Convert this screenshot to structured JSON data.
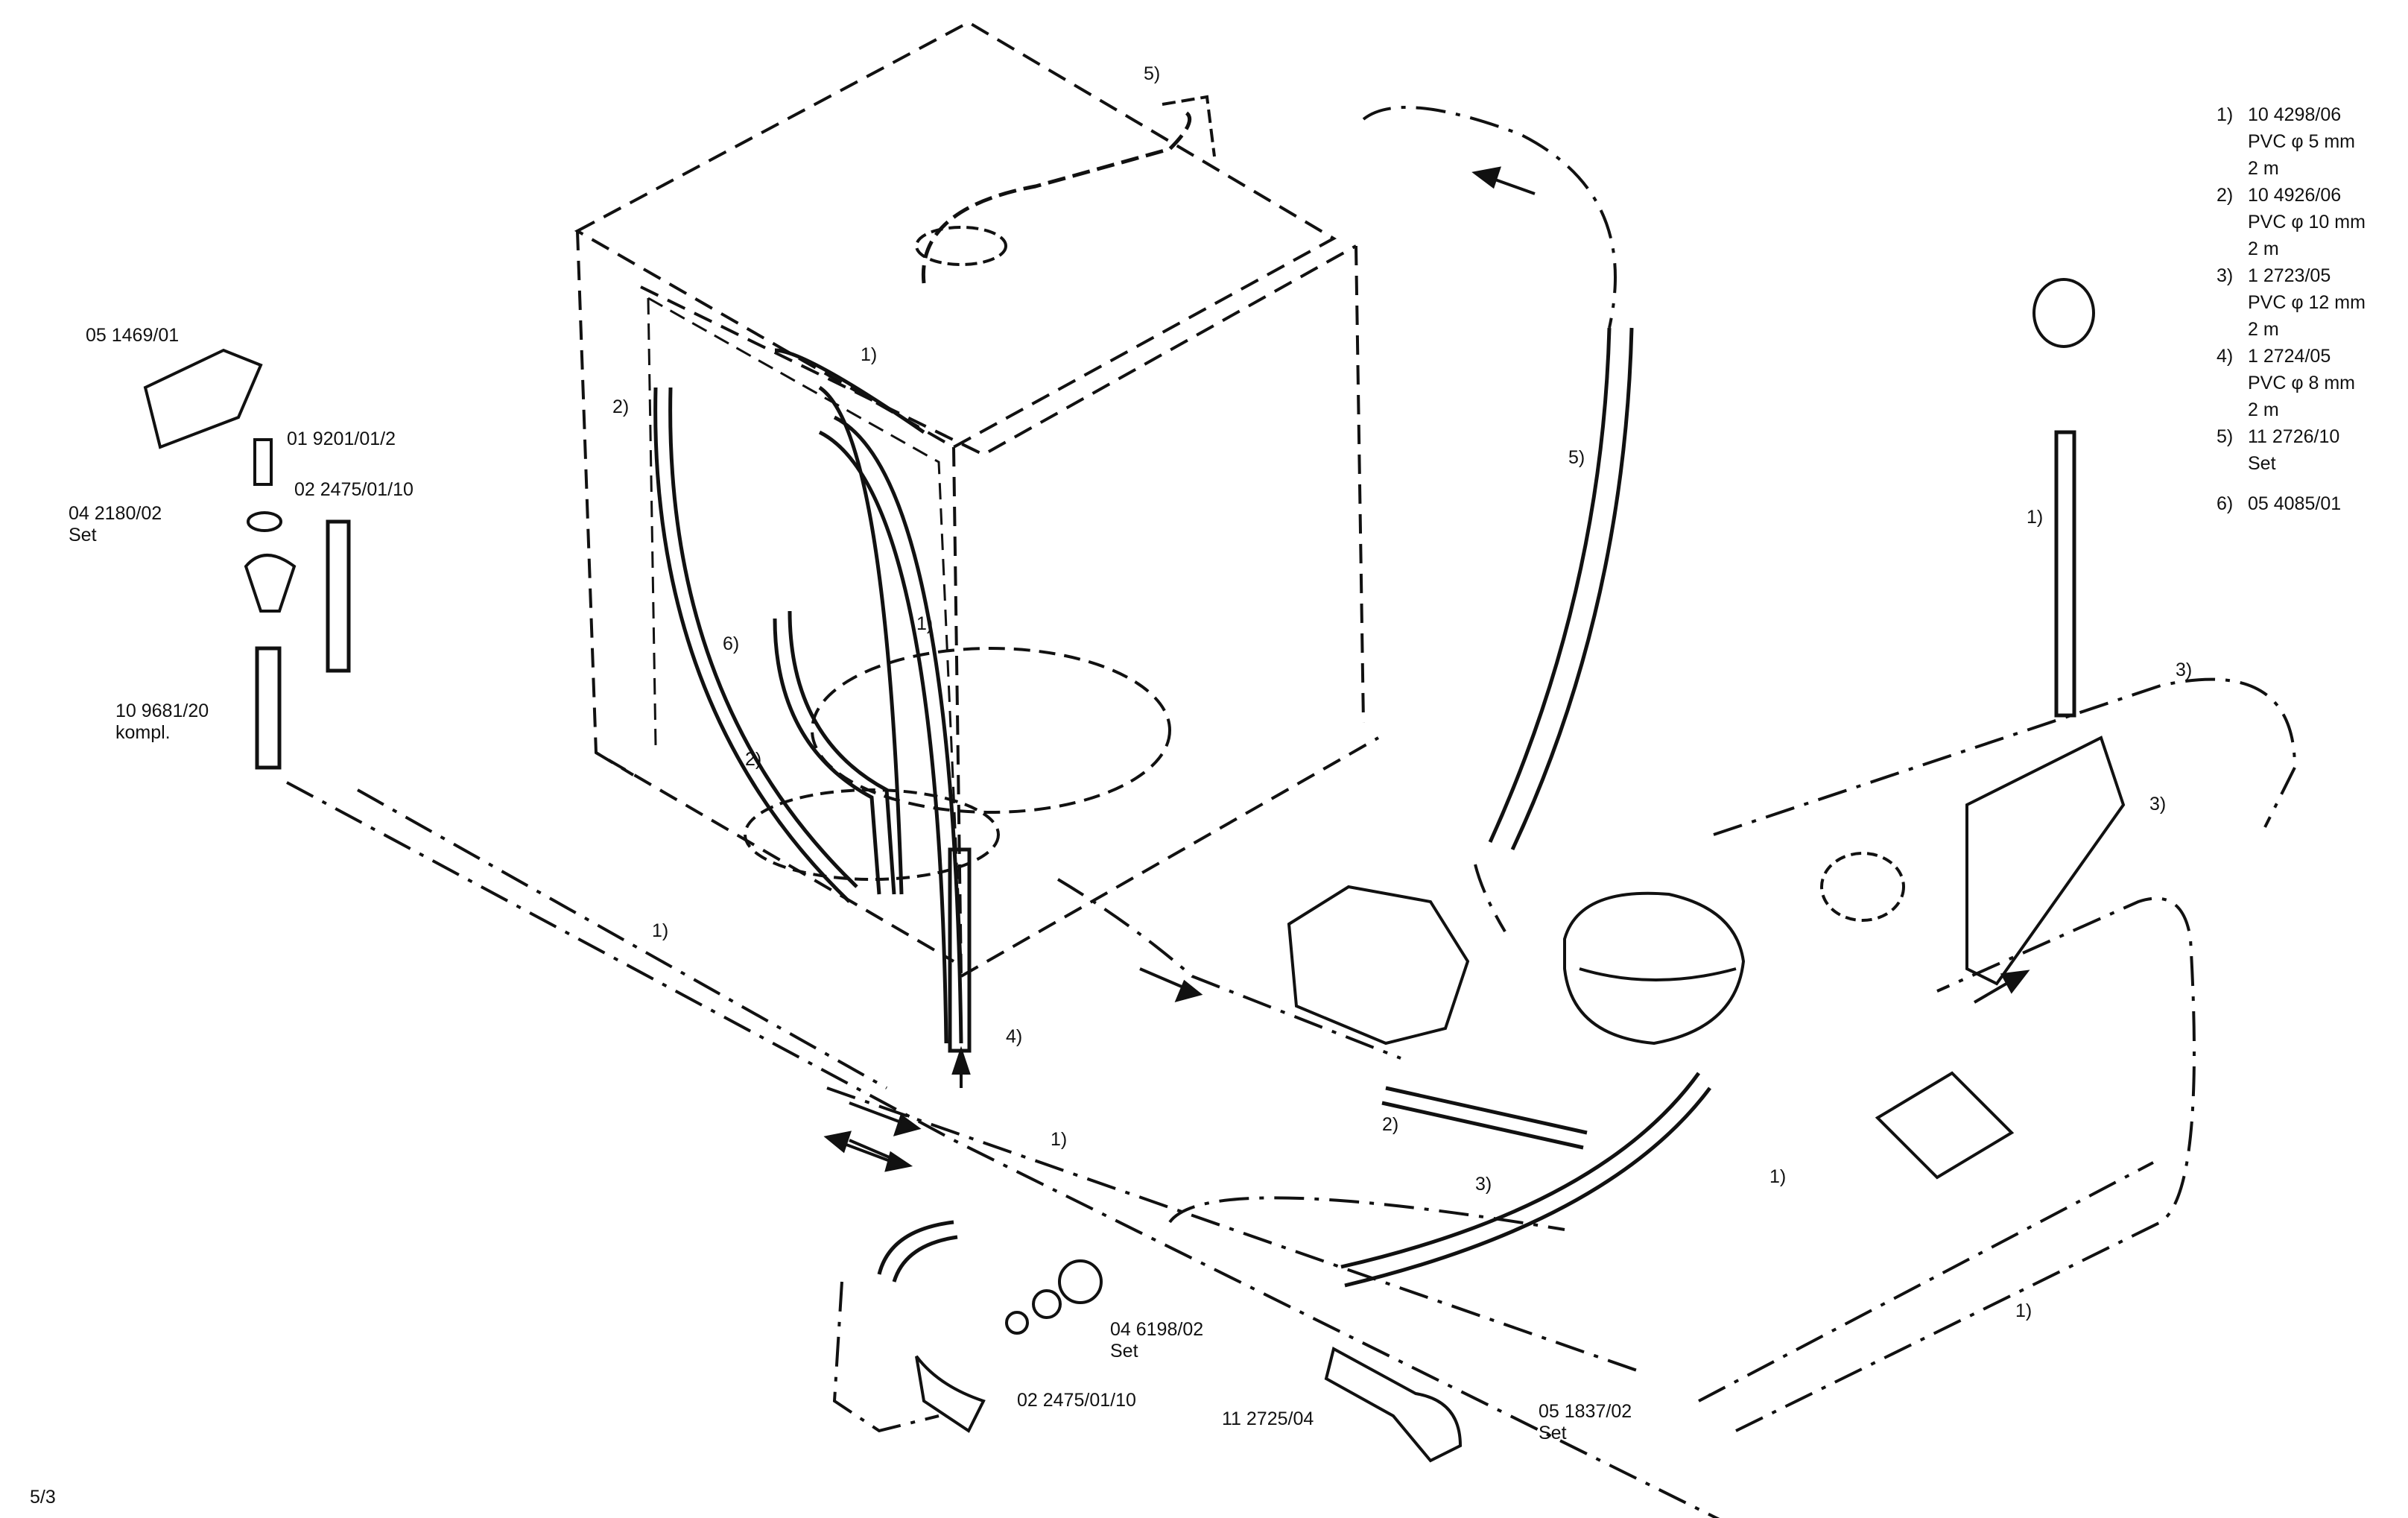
{
  "legend": [
    {
      "num": "1)",
      "part": "10 4298/06",
      "spec": "PVC φ 5 mm",
      "length": "2 m"
    },
    {
      "num": "2)",
      "part": "10 4926/06",
      "spec": "PVC φ 10 mm",
      "length": "2 m"
    },
    {
      "num": "3)",
      "part": "1 2723/05",
      "spec": "PVC φ 12 mm",
      "length": "2 m"
    },
    {
      "num": "4)",
      "part": "1 2724/05",
      "spec": "PVC φ 8 mm",
      "length": "2 m"
    },
    {
      "num": "5)",
      "part": "11 2726/10",
      "spec": "Set",
      "length": ""
    },
    {
      "num": "6)",
      "part": "05 4085/01",
      "spec": "",
      "length": ""
    }
  ],
  "parts": {
    "p_051469": "05 1469/01",
    "p_019201": "01 9201/01/2",
    "p_042180": "04 2180/02\nSet",
    "p_022475_top": "02 2475/01/10",
    "p_109681": "10 9681/20\nkompl.",
    "p_046198": "04 6198/02\nSet",
    "p_022475_bot": "02 2475/01/10",
    "p_112725": "11 2725/04",
    "p_051837": "05 1837/02\nSet"
  },
  "callouts": {
    "c_5_top": "5)",
    "c_5_right": "5)",
    "c_1_pipe": "1)",
    "c_2_left": "2)",
    "c_1_inner": "1)",
    "c_6": "6)",
    "c_2_inner": "2)",
    "c_1_left": "1)",
    "c_4": "4)",
    "c_1_bottom": "1)",
    "c_2_bottom": "2)",
    "c_3_bottom": "3)",
    "c_1_right_low": "1)",
    "c_1_far": "1)",
    "c_3_top": "3)",
    "c_3_right": "3)",
    "c_1_right": "1)"
  },
  "page_number": "5/3"
}
